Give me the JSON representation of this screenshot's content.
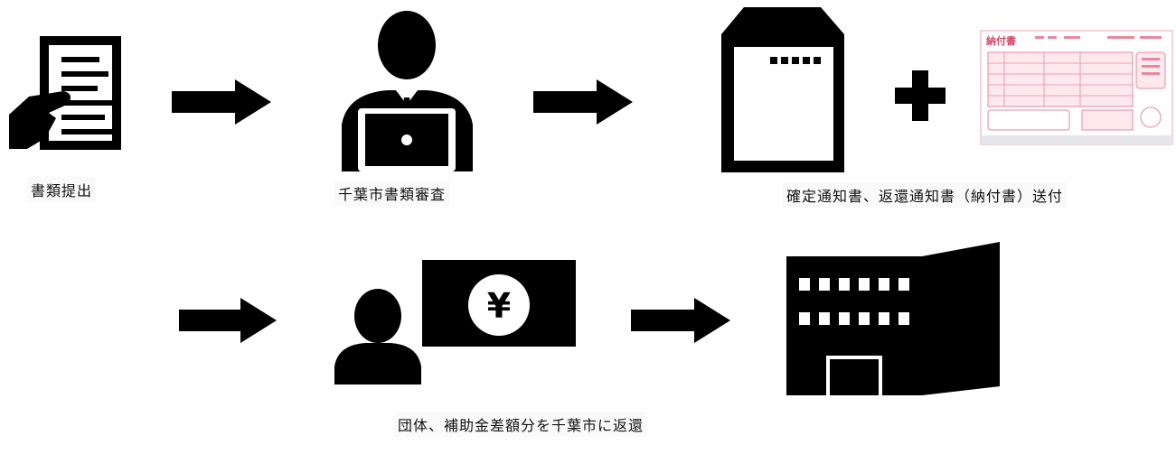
{
  "steps": {
    "submit": {
      "label": "書類提出"
    },
    "review": {
      "label": "千葉市書類審査"
    },
    "notice": {
      "label": "確定通知書、返還通知書（納付書）送付",
      "slip_title": "納付書"
    },
    "refund": {
      "label": "団体、補助金差額分を千葉市に返還",
      "currency_symbol": "¥"
    }
  },
  "icons": {
    "document_hand": "document-in-hand-icon",
    "officer": "officer-with-laptop-icon",
    "envelope": "envelope-icon",
    "plus": "plus-icon",
    "payment_slip": "payment-slip-icon",
    "person_cash": "person-with-banknote-icon",
    "city_hall": "office-building-icon",
    "arrow": "right-arrow-icon"
  },
  "colors": {
    "icon": "#000000",
    "slip_accent": "#e8889c"
  }
}
